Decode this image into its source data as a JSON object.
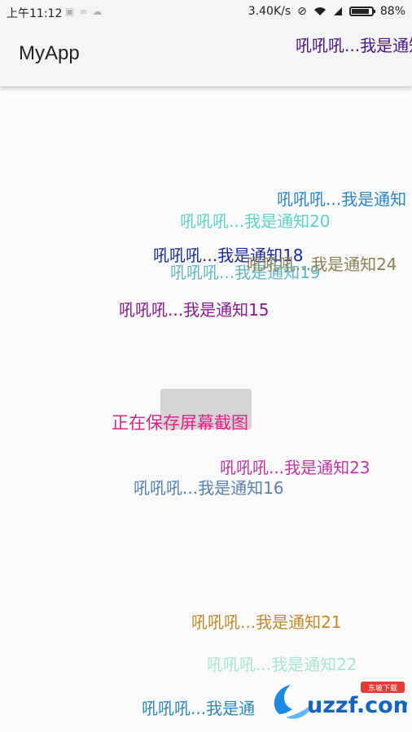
{
  "status_bar": {
    "time": "上午11:12",
    "left_icons": [
      "image-icon",
      "loop-icon",
      "cloud-icon"
    ],
    "net_speed": "3.40K/s",
    "battery": "88%",
    "battery_level": 0.88
  },
  "app_bar": {
    "title": "MyApp"
  },
  "toast": {
    "text": "正在保存屏幕截图"
  },
  "danmaku": [
    {
      "text": "吼吼吼...我是通知",
      "color": "#4a148c"
    },
    {
      "text": "吼吼吼...我是通知",
      "color": "#2f86c9"
    },
    {
      "text": "吼吼吼...我是通知20",
      "color": "#5fd3c7"
    },
    {
      "text": "吼吼吼...我是通知18",
      "color": "#1c2a9c"
    },
    {
      "text": "吼吼吼...我是通知19",
      "color": "#62b8c9"
    },
    {
      "text": "吼吼吼...我是通知24",
      "color": "#8a8354"
    },
    {
      "text": "吼吼吼...我是通知15",
      "color": "#8b1c8c"
    },
    {
      "text": "吼吼吼...我是通知23",
      "color": "#c235a8"
    },
    {
      "text": "吼吼吼...我是通知16",
      "color": "#5a7fb0"
    },
    {
      "text": "吼吼吼...我是通知21",
      "color": "#c08a2a"
    },
    {
      "text": "吼吼吼...我是通知22",
      "color": "#a8e6cf"
    },
    {
      "text": "吼吼吼...我是通",
      "color": "#2a8ab8"
    }
  ],
  "watermark": {
    "text": "uzzf.com",
    "badge": "东坡下载"
  }
}
